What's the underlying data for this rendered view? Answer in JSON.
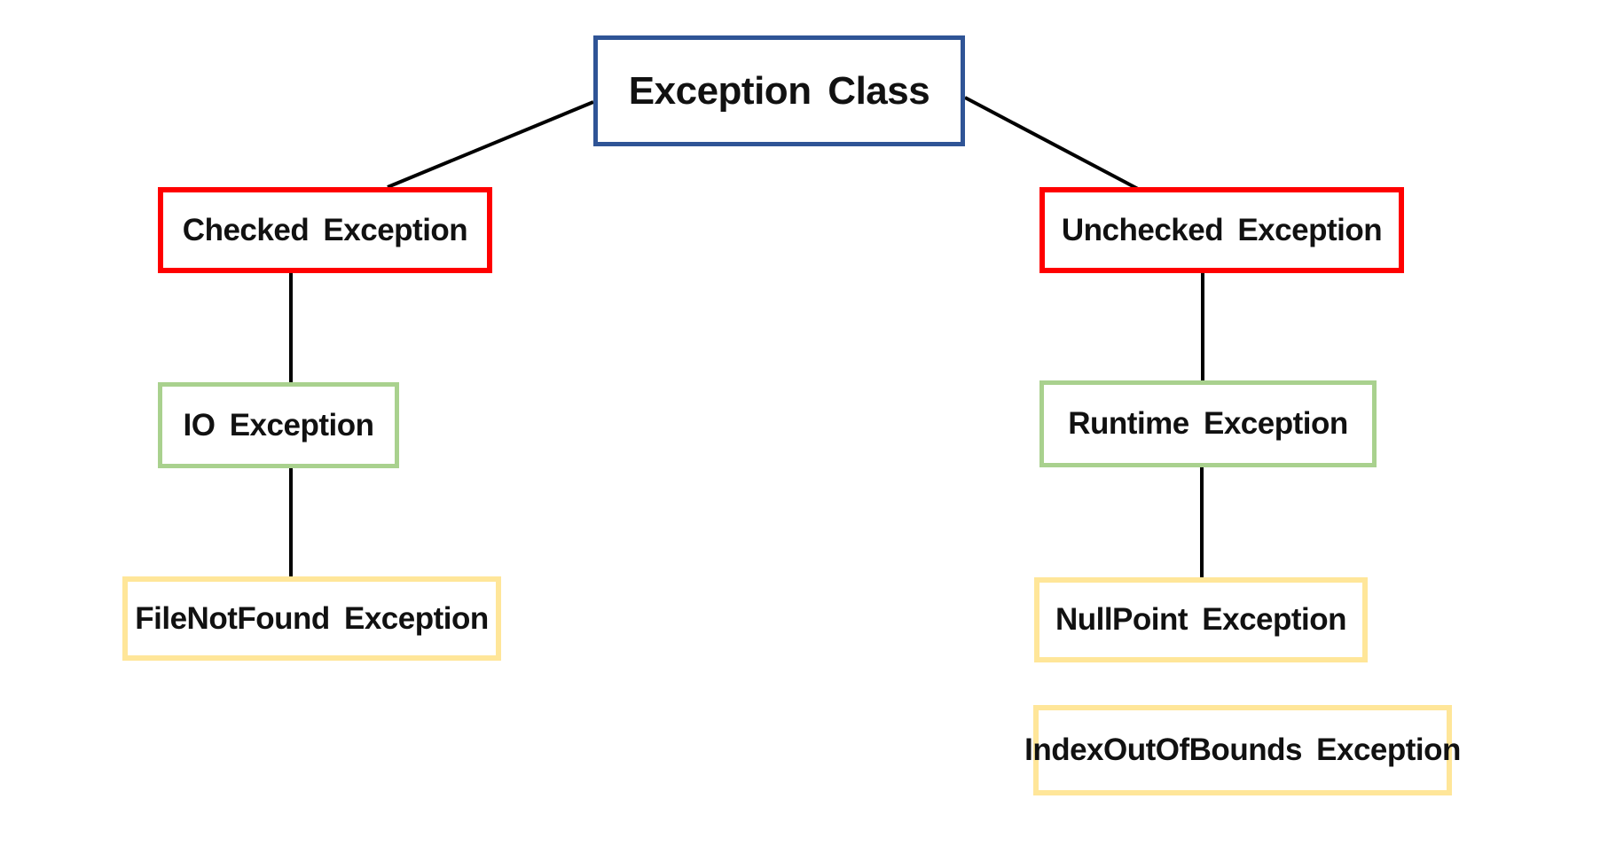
{
  "diagram": {
    "type": "tree",
    "background_color": "#ffffff",
    "line_color": "#000000",
    "colors": {
      "root_border": "#2F5496",
      "level2_border": "#FF0000",
      "level3_border": "#A9D18E",
      "level4_border": "#FFE699",
      "text": "#111111"
    },
    "nodes": {
      "root": {
        "label": "Exception Class",
        "border_color": "#2F5496"
      },
      "checked": {
        "label": "Checked Exception",
        "border_color": "#FF0000"
      },
      "unchecked": {
        "label": "Unchecked Exception",
        "border_color": "#FF0000"
      },
      "io": {
        "label": "IO Exception",
        "border_color": "#A9D18E"
      },
      "runtime": {
        "label": "Runtime Exception",
        "border_color": "#A9D18E"
      },
      "filenotfound": {
        "label": "FileNotFound Exception",
        "border_color": "#FFE699"
      },
      "nullpoint": {
        "label": "NullPoint Exception",
        "border_color": "#FFE699"
      },
      "indexoutofbounds": {
        "label": "IndexOutOfBounds Exception",
        "border_color": "#FFE699"
      }
    },
    "edges": [
      {
        "from": "root",
        "to": "checked"
      },
      {
        "from": "root",
        "to": "unchecked"
      },
      {
        "from": "checked",
        "to": "io"
      },
      {
        "from": "io",
        "to": "filenotfound"
      },
      {
        "from": "unchecked",
        "to": "runtime"
      },
      {
        "from": "runtime",
        "to": "nullpoint"
      }
    ]
  }
}
